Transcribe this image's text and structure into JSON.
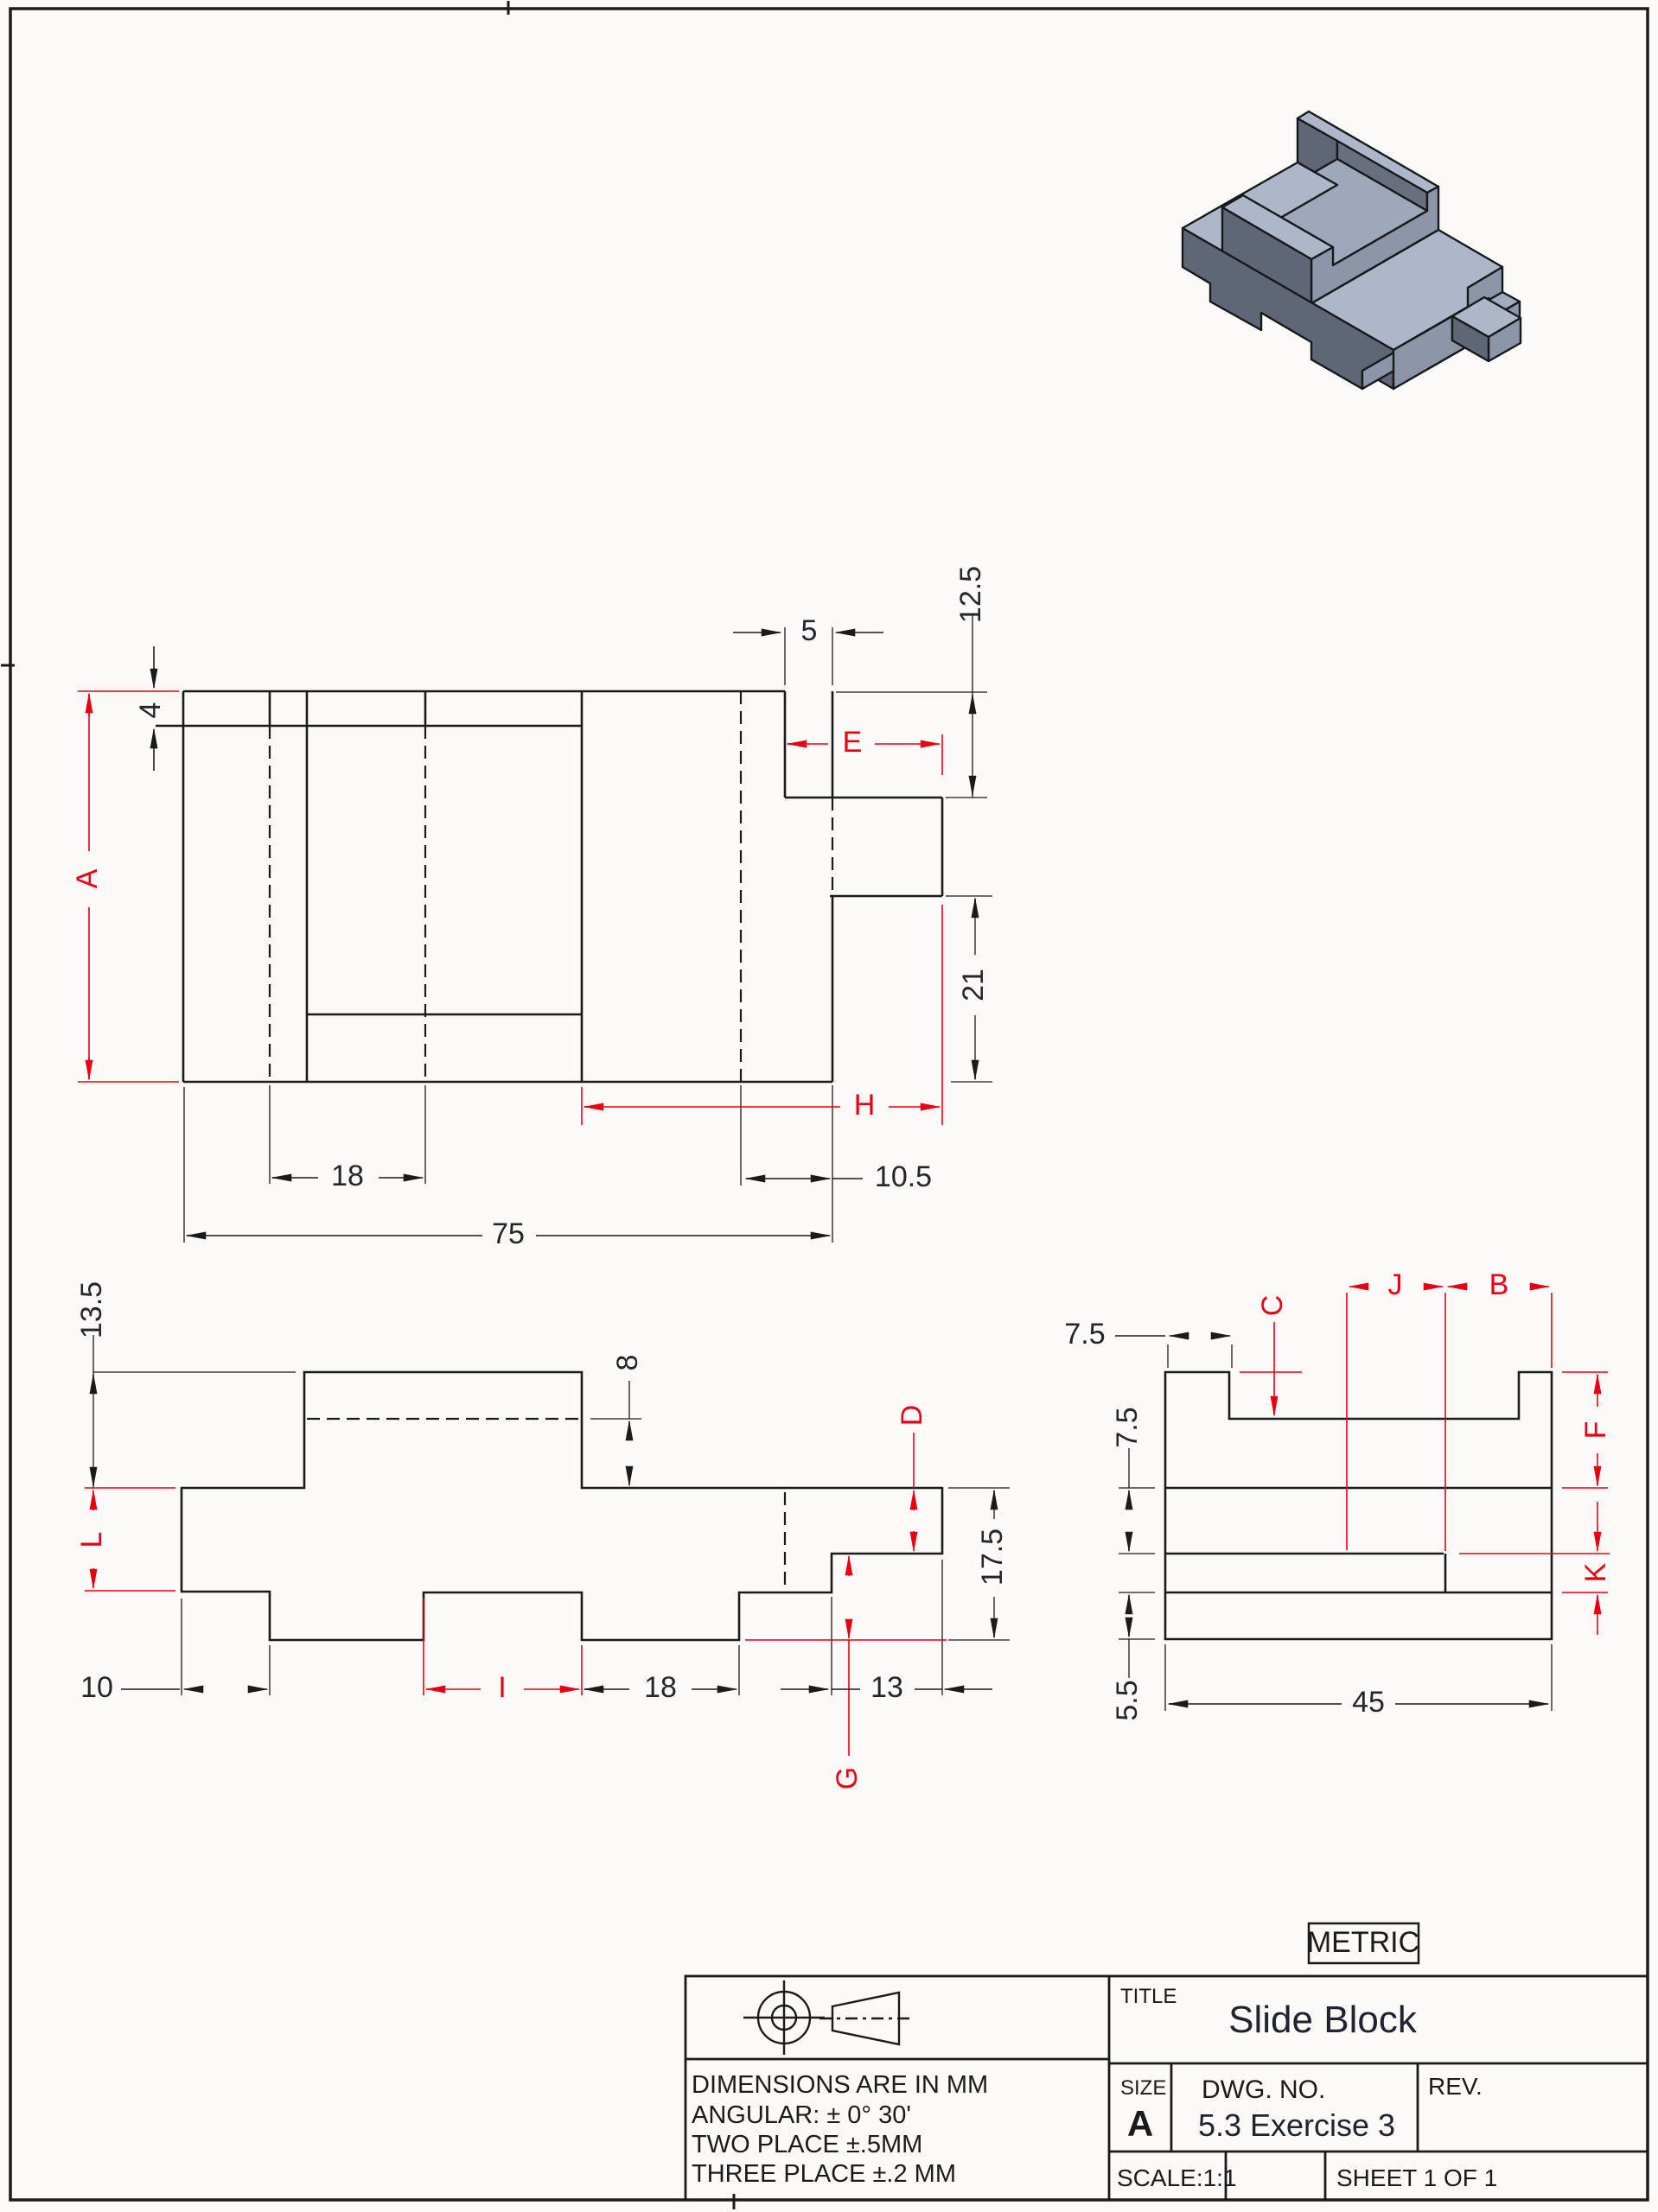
{
  "sheet": {
    "background": "#fbfaf8",
    "border_color": "#1b1b1b"
  },
  "colors": {
    "line": "#1b1b1b",
    "dim_text": "#25262b",
    "red": "#e60012",
    "iso_top": "#aeb6c9",
    "iso_front": "#5f6675",
    "iso_side": "#8d95a9"
  },
  "views": {
    "top": {
      "dims": {
        "d4": "4",
        "A": "A",
        "w75": "75",
        "w18": "18",
        "w105": "10.5",
        "d5": "5",
        "d125": "12.5",
        "d21": "21",
        "E": "E",
        "H": "H"
      }
    },
    "front": {
      "dims": {
        "d135": "13.5",
        "L": "L",
        "d8": "8",
        "D": "D",
        "d175": "17.5",
        "G": "G",
        "w10": "10",
        "I": "I",
        "w18": "18",
        "w13": "13"
      }
    },
    "side": {
      "dims": {
        "t75": "7.5",
        "C": "C",
        "J": "J",
        "B": "B",
        "l75": "7.5",
        "b55": "5.5",
        "w45": "45",
        "F": "F",
        "K": "K"
      }
    }
  },
  "title_block": {
    "metric": "METRIC",
    "title_label": "TITLE",
    "title": "Slide Block",
    "size_label": "SIZE",
    "size": "A",
    "dwg_label": "DWG.  NO.",
    "dwg_no": "5.3 Exercise 3",
    "rev_label": "REV.",
    "scale": "SCALE:1:1",
    "sheet_label": "SHEET 1 OF 1",
    "tolerances": {
      "l1": "DIMENSIONS ARE IN MM",
      "l2": "ANGULAR: ± 0° 30'",
      "l3": "TWO PLACE    ±.5MM",
      "l4": "THREE PLACE  ±.2 MM"
    }
  }
}
